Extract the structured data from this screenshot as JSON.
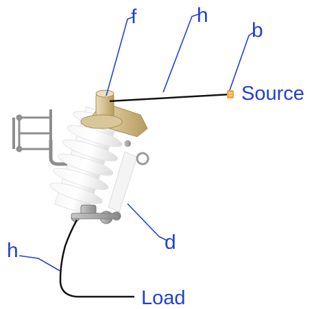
{
  "labels": {
    "f": "f",
    "h_top": "h",
    "b": "b",
    "source": "Source",
    "d": "d",
    "h_left": "h",
    "load": "Load"
  },
  "colors": {
    "label": "#1f3fd6",
    "leader": "#1f3fd6",
    "conductor": "#111111",
    "porcelain": "#eeeeee",
    "brass": "#c9b07a",
    "terminal": "#f2a53a",
    "metal": "#9a9a9a"
  }
}
